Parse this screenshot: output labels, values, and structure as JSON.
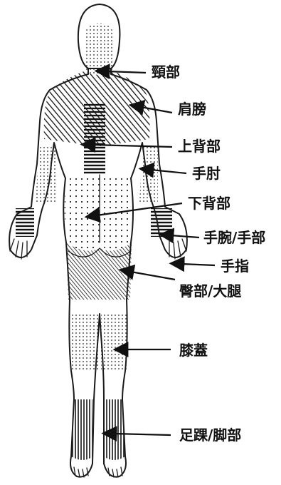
{
  "labels": {
    "neck": "頸部",
    "shoulder": "肩膀",
    "upper_back": "上背部",
    "elbow": "手肘",
    "lower_back": "下背部",
    "wrist_hand": "手腕/手部",
    "fingers": "手指",
    "hip_thigh": "臀部/大腿",
    "knee": "膝蓋",
    "ankle_foot": "足踝/脚部"
  }
}
